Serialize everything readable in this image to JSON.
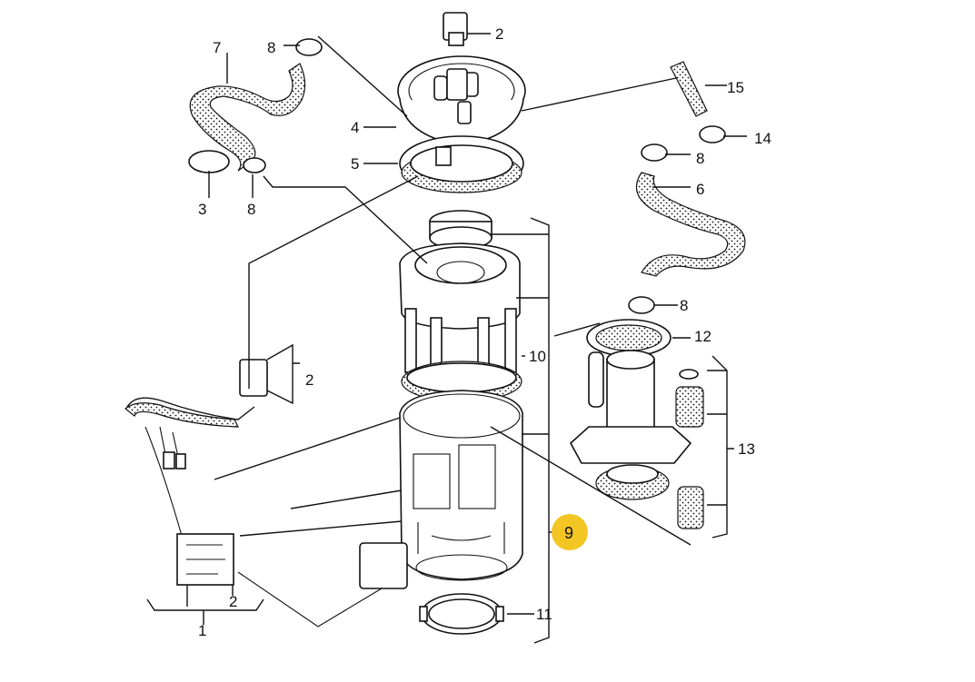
{
  "callouts": {
    "c1": "1",
    "c2_top": "2",
    "c2_left": "2",
    "c2_bottom": "2",
    "c3": "3",
    "c4": "4",
    "c5": "5",
    "c6": "6",
    "c7": "7",
    "c8_a": "8",
    "c8_b": "8",
    "c8_c": "8",
    "c8_d": "8",
    "c9": "9",
    "c10": "10",
    "c11": "11",
    "c12": "12",
    "c13": "13",
    "c14": "14",
    "c15": "15"
  },
  "colors": {
    "highlight": "#f3c623",
    "ink": "#111111"
  }
}
